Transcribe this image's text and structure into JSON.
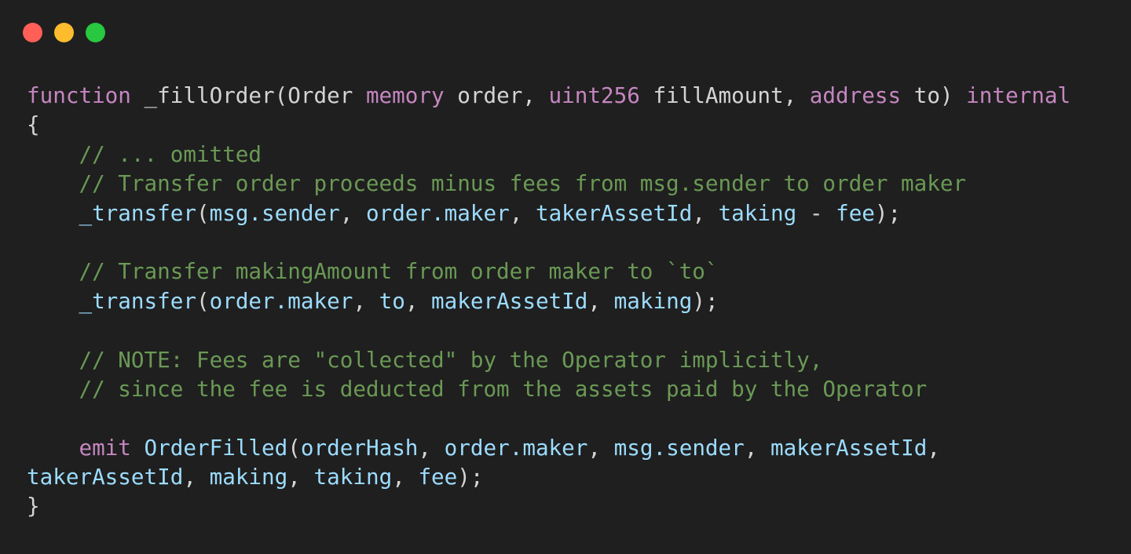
{
  "window": {
    "traffic_lights": [
      {
        "name": "close",
        "color": "#ff5f57"
      },
      {
        "name": "minimize",
        "color": "#febc2e"
      },
      {
        "name": "zoom",
        "color": "#28c840"
      }
    ]
  },
  "theme": {
    "background": "#1f1f1f",
    "plain": "#d4d4d4",
    "keyword": "#c586c0",
    "identifier": "#9cdcfe",
    "comment": "#6a9955"
  },
  "code": {
    "lines": [
      [
        {
          "text": "function",
          "style": "keyword"
        },
        {
          "text": " _fillOrder(Order ",
          "style": "plain"
        },
        {
          "text": "memory",
          "style": "keyword"
        },
        {
          "text": " order, ",
          "style": "plain"
        },
        {
          "text": "uint256",
          "style": "keyword"
        },
        {
          "text": " fillAmount, ",
          "style": "plain"
        },
        {
          "text": "address",
          "style": "keyword"
        },
        {
          "text": " to) ",
          "style": "plain"
        },
        {
          "text": "internal",
          "style": "keyword"
        }
      ],
      [
        {
          "text": "{",
          "style": "plain"
        }
      ],
      [
        {
          "text": "    // ... omitted",
          "style": "comment"
        }
      ],
      [
        {
          "text": "    // Transfer order proceeds minus fees from msg.sender to order maker",
          "style": "comment"
        }
      ],
      [
        {
          "text": "    ",
          "style": "plain"
        },
        {
          "text": "_transfer",
          "style": "identifier"
        },
        {
          "text": "(",
          "style": "plain"
        },
        {
          "text": "msg.sender",
          "style": "identifier"
        },
        {
          "text": ", ",
          "style": "plain"
        },
        {
          "text": "order.maker",
          "style": "identifier"
        },
        {
          "text": ", ",
          "style": "plain"
        },
        {
          "text": "takerAssetId",
          "style": "identifier"
        },
        {
          "text": ", ",
          "style": "plain"
        },
        {
          "text": "taking",
          "style": "identifier"
        },
        {
          "text": " - ",
          "style": "plain"
        },
        {
          "text": "fee",
          "style": "identifier"
        },
        {
          "text": ");",
          "style": "plain"
        }
      ],
      [],
      [
        {
          "text": "    // Transfer makingAmount from order maker to `to`",
          "style": "comment"
        }
      ],
      [
        {
          "text": "    ",
          "style": "plain"
        },
        {
          "text": "_transfer",
          "style": "identifier"
        },
        {
          "text": "(",
          "style": "plain"
        },
        {
          "text": "order.maker",
          "style": "identifier"
        },
        {
          "text": ", ",
          "style": "plain"
        },
        {
          "text": "to",
          "style": "identifier"
        },
        {
          "text": ", ",
          "style": "plain"
        },
        {
          "text": "makerAssetId",
          "style": "identifier"
        },
        {
          "text": ", ",
          "style": "plain"
        },
        {
          "text": "making",
          "style": "identifier"
        },
        {
          "text": ");",
          "style": "plain"
        }
      ],
      [],
      [
        {
          "text": "    // NOTE: Fees are \"collected\" by the Operator implicitly,",
          "style": "comment"
        }
      ],
      [
        {
          "text": "    // since the fee is deducted from the assets paid by the Operator",
          "style": "comment"
        }
      ],
      [],
      [
        {
          "text": "    ",
          "style": "plain"
        },
        {
          "text": "emit",
          "style": "keyword"
        },
        {
          "text": " ",
          "style": "plain"
        },
        {
          "text": "OrderFilled",
          "style": "identifier"
        },
        {
          "text": "(",
          "style": "plain"
        },
        {
          "text": "orderHash",
          "style": "identifier"
        },
        {
          "text": ", ",
          "style": "plain"
        },
        {
          "text": "order.maker",
          "style": "identifier"
        },
        {
          "text": ", ",
          "style": "plain"
        },
        {
          "text": "msg.sender",
          "style": "identifier"
        },
        {
          "text": ", ",
          "style": "plain"
        },
        {
          "text": "makerAssetId",
          "style": "identifier"
        },
        {
          "text": ",",
          "style": "plain"
        }
      ],
      [
        {
          "text": "takerAssetId",
          "style": "identifier"
        },
        {
          "text": ", ",
          "style": "plain"
        },
        {
          "text": "making",
          "style": "identifier"
        },
        {
          "text": ", ",
          "style": "plain"
        },
        {
          "text": "taking",
          "style": "identifier"
        },
        {
          "text": ", ",
          "style": "plain"
        },
        {
          "text": "fee",
          "style": "identifier"
        },
        {
          "text": ");",
          "style": "plain"
        }
      ],
      [
        {
          "text": "}",
          "style": "plain"
        }
      ]
    ]
  }
}
